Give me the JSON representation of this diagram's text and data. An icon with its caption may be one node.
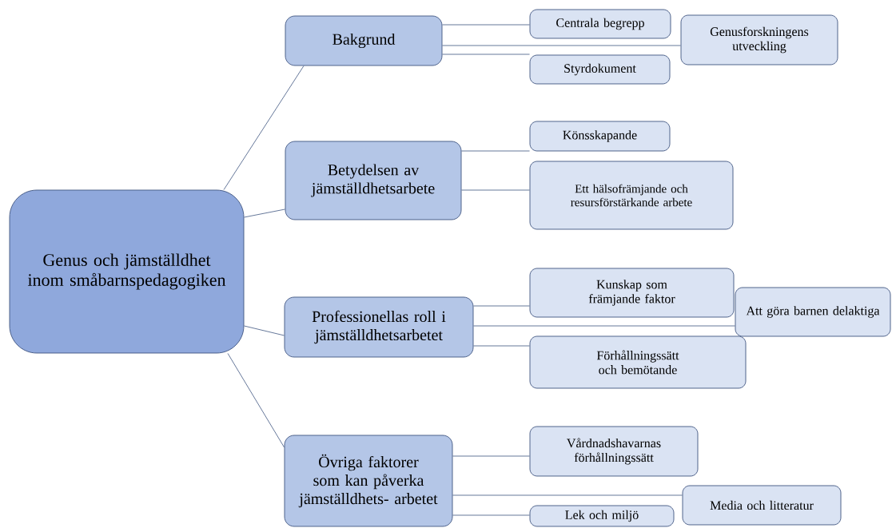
{
  "diagram": {
    "nodes": [
      {
        "text": [
          "Genus och jämställdhet inom småbarnspedagogiken"
        ]
      },
      {
        "text": [
          "Bakgrund"
        ]
      },
      {
        "text": [
          "Centrala begrepp"
        ]
      },
      {
        "text": [
          "Genusforskningens utveckling"
        ]
      },
      {
        "text": [
          "Styrdokument"
        ]
      },
      {
        "text": [
          "Betydelsen av jämställdhetsarbete"
        ]
      },
      {
        "text": [
          "Könsskapande"
        ]
      },
      {
        "text": [
          "Ett hälsofrämjande och resursförstärkande arbete"
        ]
      },
      {
        "text": [
          "Professionellas roll i jämställdhetsarbetet"
        ]
      },
      {
        "text": [
          "Kunskap som främjande faktor"
        ]
      },
      {
        "text": [
          "Att göra barnen delaktiga"
        ]
      },
      {
        "text": [
          "Förhållningssätt och bemötande"
        ]
      },
      {
        "text": [
          "Övriga faktorer som kan påverka jämställdhets- arbetet"
        ]
      },
      {
        "text": [
          "Vårdnadshavarnas förhållningssätt"
        ]
      },
      {
        "text": [
          "Media och litteratur"
        ]
      },
      {
        "text": [
          "Lek och miljö"
        ]
      }
    ],
    "edges": [
      {
        "from": 0,
        "to": 1,
        "arrow": "none"
      },
      {
        "from": 0,
        "to": 5,
        "arrow": "none"
      },
      {
        "from": 0,
        "to": 8,
        "arrow": "none"
      },
      {
        "from": 0,
        "to": 12,
        "arrow": "none"
      },
      {
        "from": 1,
        "to": 2,
        "arrow": "none"
      },
      {
        "from": 1,
        "to": 3,
        "arrow": "none"
      },
      {
        "from": 1,
        "to": 4,
        "arrow": "none"
      },
      {
        "from": 5,
        "to": 6,
        "arrow": "none"
      },
      {
        "from": 5,
        "to": 7,
        "arrow": "none"
      },
      {
        "from": 8,
        "to": 9,
        "arrow": "none"
      },
      {
        "from": 8,
        "to": 10,
        "arrow": "none"
      },
      {
        "from": 8,
        "to": 11,
        "arrow": "none"
      },
      {
        "from": 12,
        "to": 13,
        "arrow": "none"
      },
      {
        "from": 12,
        "to": 14,
        "arrow": "none"
      },
      {
        "from": 12,
        "to": 15,
        "arrow": "none"
      }
    ]
  }
}
